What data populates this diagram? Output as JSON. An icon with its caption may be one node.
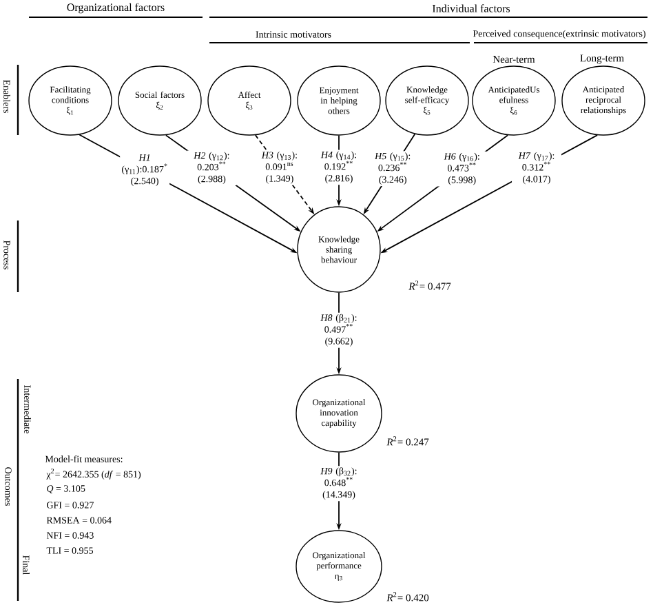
{
  "diagram": {
    "nodes": [
      {
        "text": [
          "Facilitating conditions",
          "ξ$_{1}$"
        ]
      },
      {
        "text": [
          "Social factors",
          "ξ$_{2}$"
        ]
      },
      {
        "text": [
          "Affect",
          "ξ$_{3}$"
        ]
      },
      {
        "text": [
          "Enjoyment in helping others"
        ]
      },
      {
        "text": [
          "Knowledge self-efficacy",
          "ξ$_{5}$"
        ]
      },
      {
        "text": [
          "AnticipatedUs efulness",
          "ξ$_{6}$"
        ]
      },
      {
        "text": [
          "Anticipated reciprocal relationships"
        ]
      },
      {
        "text": [
          "Knowledge sharing behaviour"
        ],
        "beside": [
          "*R*$^{2}$= 0.477"
        ]
      },
      {
        "text": [
          "Organizational innovation capability"
        ],
        "beside": [
          "*R*$^{2}$= 0.247"
        ]
      },
      {
        "text": [
          "Organizational performance",
          "η$_{3}$"
        ],
        "beside": [
          "*R*$^{2}$= 0.420"
        ]
      }
    ],
    "edges": [
      {
        "from": 0,
        "to": 7,
        "arrow": "to",
        "label": "*H1* (γ$_{11}$):0.187$^{*}$ (2.540)"
      },
      {
        "from": 1,
        "to": 7,
        "arrow": "to",
        "label": "*H2* (γ$_{12}$): 0.203$^{**}$ (2.988)"
      },
      {
        "from": 2,
        "to": 7,
        "arrow": "to",
        "label": "*H3* (γ$_{13}$): 0.091$^{ns}$ (1.349)",
        "style": "dashed"
      },
      {
        "from": 3,
        "to": 7,
        "arrow": "to",
        "label": "*H4* (γ$_{14}$): 0.192$^{**}$ (2.816)"
      },
      {
        "from": 4,
        "to": 7,
        "arrow": "to",
        "label": "*H5* (γ$_{15}$): 0.236$^{**}$ (3.246)"
      },
      {
        "from": 5,
        "to": 7,
        "arrow": "to",
        "label": "*H6* (γ$_{16}$): 0.473$^{**}$ (5.998)"
      },
      {
        "from": 6,
        "to": 7,
        "arrow": "to",
        "label": "*H7* (γ$_{17}$): 0.312$^{**}$ (4.017)"
      },
      {
        "from": 7,
        "to": 8,
        "arrow": "to",
        "label": "*H8* (β$_{21}$): 0.497$^{**}$ (9.662)"
      },
      {
        "from": 8,
        "to": 9,
        "arrow": "to",
        "label": "*H9* (β$_{32}$): 0.648$^{**}$ (14.349)"
      }
    ],
    "labels": [
      "Organizational factors",
      "Individual factors",
      "Intrinsic motivators",
      "Perceived consequence(extrinsic motivators)",
      "Near-term",
      "Long-term",
      "Enablers",
      "Process",
      "Intermediate",
      "Outcomes",
      "Final",
      "Model-fit measures:",
      "χ$^{2}$= 2642.355 (*df* = 851)",
      "*Q* = 3.105",
      "GFI = 0.927",
      "RMSEA = 0.064",
      "NFI = 0.943",
      "TLI = 0.955"
    ]
  }
}
